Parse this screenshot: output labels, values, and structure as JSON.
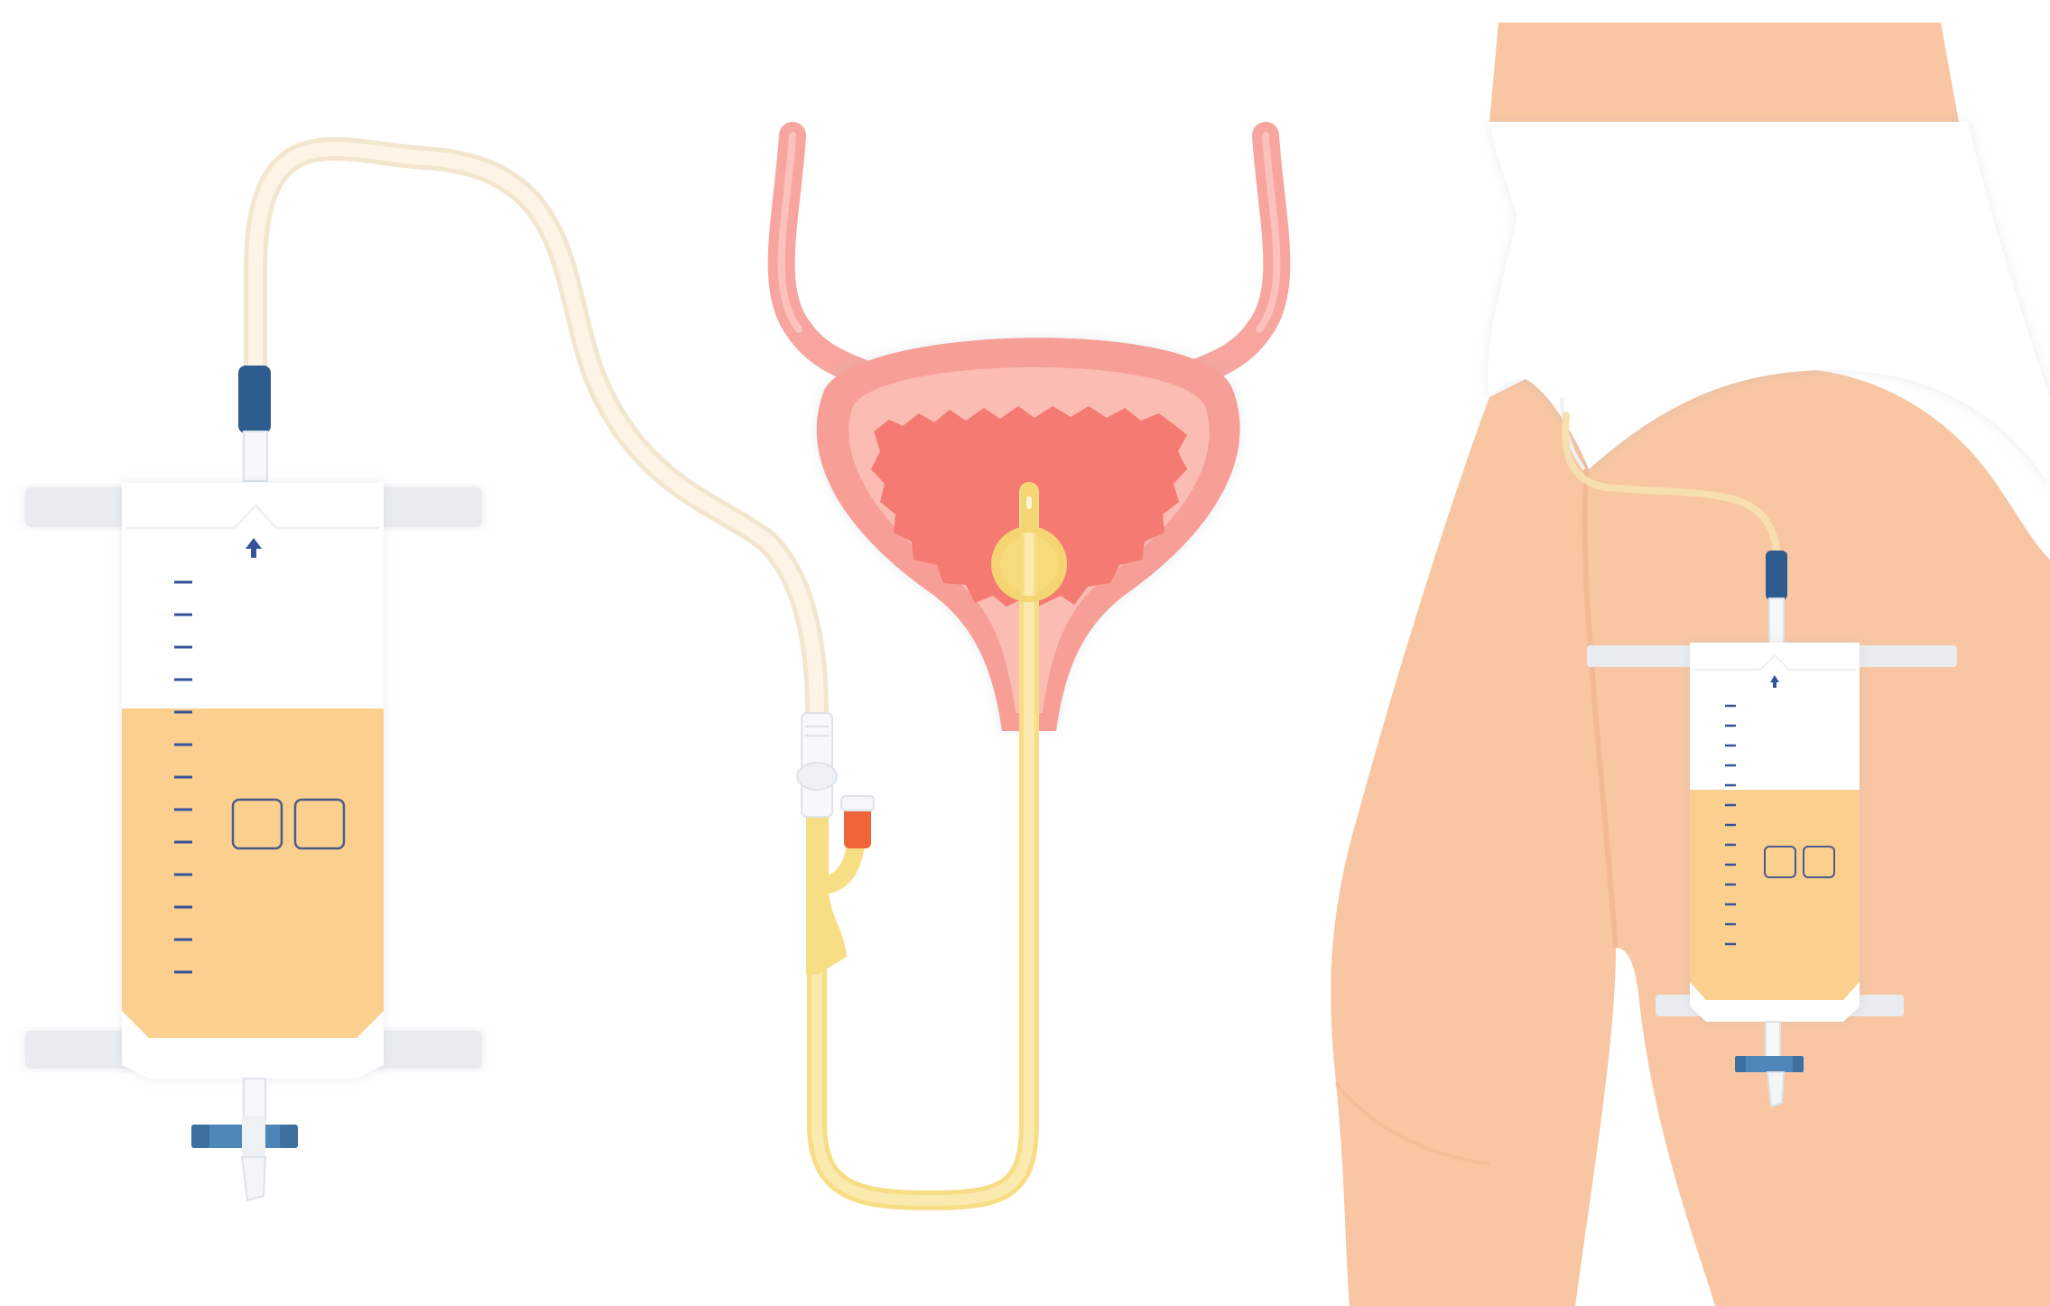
{
  "figure": {
    "panels": [
      "leg-bag-panel",
      "catheter-bladder-panel",
      "worn-on-thigh-panel"
    ],
    "colors": {
      "urine": "#fbd08f",
      "skin": "#f8c6a2",
      "bladder_wall": "#f79e96",
      "bladder_lumen": "#f47a72",
      "catheter": "#fbe79a",
      "connector_blue": "#2f5c8f",
      "balloon_port": "#f0643a",
      "tubing": "#fcefd8",
      "strap": "#e9ecee",
      "bag_plastic": "#ffffff",
      "scale_marks": "#35539a"
    },
    "icons": [
      "arrow-up-icon",
      "drain-valve-icon",
      "window-squares-icon"
    ]
  }
}
